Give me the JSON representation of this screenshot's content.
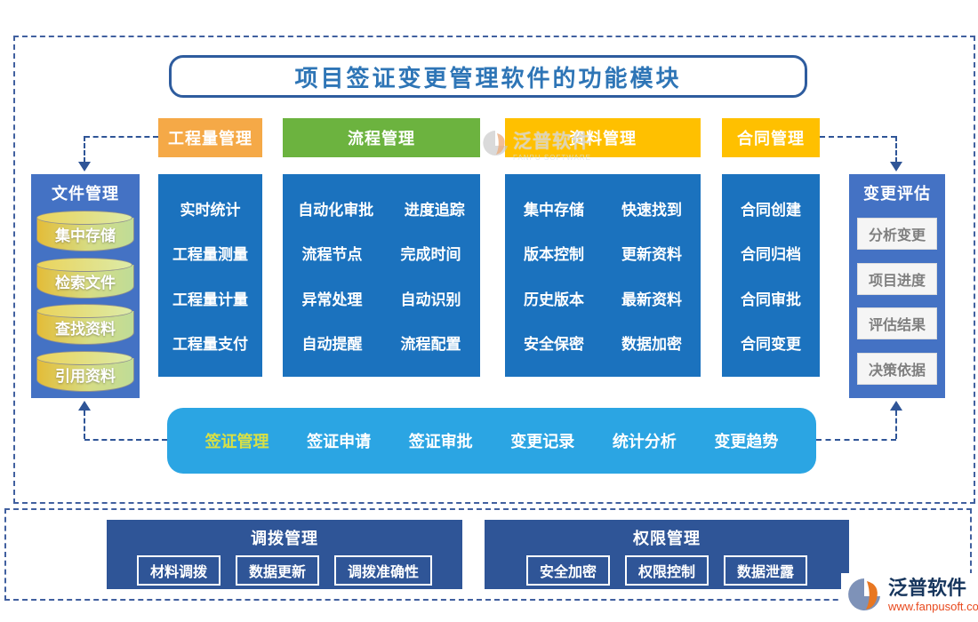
{
  "title": "项目签证变更管理软件的功能模块",
  "headers": {
    "engineering": "工程量管理",
    "process": "流程管理",
    "document": "资料管理",
    "contract": "合同管理"
  },
  "left_panel": {
    "title": "文件管理",
    "items": [
      "集中存储",
      "检索文件",
      "查找资料",
      "引用资料"
    ]
  },
  "right_panel": {
    "title": "变更评估",
    "items": [
      "分析变更",
      "项目进度",
      "评估结果",
      "决策依据"
    ]
  },
  "columns": {
    "engineering": [
      "实时统计",
      "工程量测量",
      "工程量计量",
      "工程量支付"
    ],
    "process": [
      "自动化审批",
      "进度追踪",
      "流程节点",
      "完成时间",
      "异常处理",
      "自动识别",
      "自动提醒",
      "流程配置"
    ],
    "document": [
      "集中存储",
      "快速找到",
      "版本控制",
      "更新资料",
      "历史版本",
      "最新资料",
      "安全保密",
      "数据加密"
    ],
    "contract": [
      "合同创建",
      "合同归档",
      "合同审批",
      "合同变更"
    ]
  },
  "visa_bar": {
    "items": [
      "签证管理",
      "签证申请",
      "签证审批",
      "变更记录",
      "统计分析",
      "变更趋势"
    ]
  },
  "dispatch_section": {
    "title": "调拨管理",
    "items": [
      "材料调拨",
      "数据更新",
      "调拨准确性"
    ]
  },
  "permission_section": {
    "title": "权限管理",
    "items": [
      "安全加密",
      "权限控制",
      "数据泄露"
    ]
  },
  "watermark": {
    "name": "泛普软件",
    "subtitle": "FANPU SOFTWARE"
  },
  "footer": {
    "brand": "泛普软件",
    "url": "www.fanpusoft.com"
  },
  "colors": {
    "header_orange": "#F5A947",
    "header_green": "#6CB33F",
    "header_gold": "#FFC000",
    "column_blue": "#1B72BE",
    "panel_blue": "#4472C4",
    "bar_blue": "#2BA5E3",
    "box_navy": "#2F5597",
    "connector_blue": "#2F5597",
    "title_blue": "#2E75B6",
    "highlight_yellow": "#D9E044"
  }
}
